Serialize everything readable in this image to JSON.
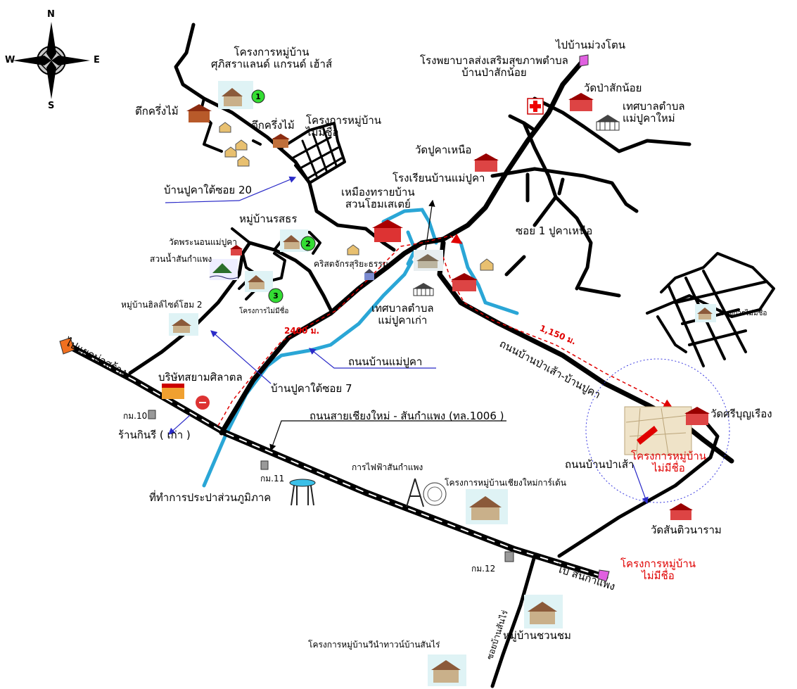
{
  "compass": {
    "n": "N",
    "s": "S",
    "e": "E",
    "w": "W"
  },
  "colors": {
    "road": "#000000",
    "river": "#2aa6d6",
    "route": "#e00000",
    "pointer": "#2b2bc8",
    "circle": "#3a3ae0",
    "badge": "#33dd33",
    "accent_red": "#e00000"
  },
  "labels": {
    "proj_supisara": "โครงการหมู่บ้าน\nศุภิสราแลนด์ แกรนด์ เฮ้าส์",
    "hospital": "โรงพยาบาลส่งเสริมสุขภาพตำบล\nบ้านป่าสักน้อย",
    "to_ban_muang_ton": "ไปบ้านม่วงโตน",
    "wat_pa_sak_noi": "วัดป่าสักน้อย",
    "tessaban_mae_puka_mai": "เทศบาลตำบล\nแม่ปูคาใหม่",
    "tuk_krueng_mai_1": "ตึกครึ่งไม้",
    "tuk_krueng_mai_2": "ตึกครึ่งไม้",
    "proj_no_name_1": "โครงการหมู่บ้าน\nไม่มีชื่อ",
    "wat_puka_nuea": "วัดปูคาเหนือ",
    "ban_puka_tai_soi_20": "บ้านปูคาใต้ซอย 20",
    "rongrian": "โรงเรียนบ้านแม่ปูคา",
    "sand_mine": "เหมืองทรายบ้าน\nสวนโฮมเสเตย์",
    "mu_ban_rotsukhon": "หมู่บ้านรสธร",
    "soi_1_puka_nuea": "ซอย 1 ปูคาเหนือ",
    "wat_phra_non": "วัดพระนอนแม่ปูคา",
    "suan_nam": "สวนน้ำสันกำแพง",
    "church": "คริสตจักรสุริยะธรรม",
    "proj_no_name_2": "โครงการไม่มีชื่อ",
    "mu_ban_hillside": "หมู่บ้านฮิลล์ไซด์โฮม 2",
    "tessaban_mae_puka_kao": "เทศบาลตำบล\nแม่ปูคาเก่า",
    "proj_no_name_3": "โครงการไม่มีชื่อ",
    "dist_2400": "2400 ม.",
    "dist_1150": "1,150 ม.",
    "to_yaek_bo_sang": "ไปแยกบ่อสร้าง",
    "thanon_ban_mae_puka": "ถนนบ้านแม่ปูคา",
    "thanon_pa_sao_puka": "ถนนบ้านป่าเส้า-บ้านปูคา",
    "siam_silalat": "บริษัทสยามศิลาตล",
    "ban_puka_tai_soi_7": "บ้านปูคาใต้ซอย 7",
    "wat_si_bun_rueang": "วัดศรีบุญเรือง",
    "km10": "กม.10",
    "ran_kinnaree": "ร้านกินรี ( เก่า )",
    "thanon_cm_sankamphaeng": "ถนนสายเชียงใหม่ - สันกำแพง (ทล.1006 )",
    "proj_no_name_center": "โครงการหมู่บ้าน\nไม่มีชื่อ",
    "thanon_ban_pa_sao": "ถนนบ้านป่าเส้า",
    "km11": "กม.11",
    "kan_faifa": "การไฟฟ้าสันกำแพง",
    "proj_cm_garden": "โครงการหมู่บ้านเชียงใหม่การ์เด้น",
    "thi_tham_kan_prapa": "ที่ทำการประปาส่วนภูมิภาค",
    "wat_san_tiwanaram": "วัดสันติวนาราม",
    "proj_no_name_red": "โครงการหมู่บ้าน\nไม่มีชื่อ",
    "km12": "กม.12",
    "pai_sankamphaeng": "ไป สันกำแพง",
    "soi_ban_san_rai": "ซอยบ้านสันไร่",
    "mu_ban_chuanchom": "หมู่บ้านชวนชม",
    "proj_winner_town": "โครงการหมู่บ้านวีนำทาวน์บ้านสันไร่"
  },
  "badges": [
    "1",
    "2",
    "3"
  ]
}
